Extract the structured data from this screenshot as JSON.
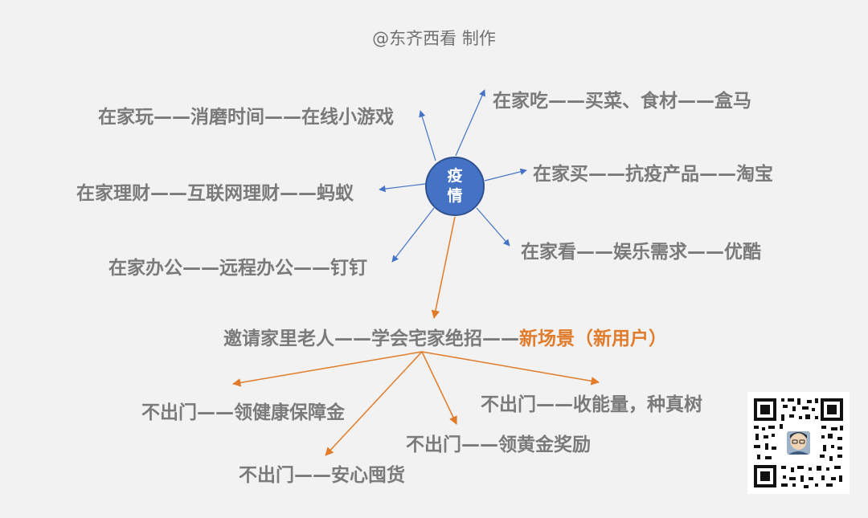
{
  "credit": "@东齐西看 制作",
  "center": {
    "line1": "疫",
    "line2": "情",
    "color": "#4472c4"
  },
  "branches": {
    "play": "在家玩——消磨时间——在线小游戏",
    "eat": "在家吃——买菜、食材——盒马",
    "finance": "在家理财——互联网理财——蚂蚁",
    "buy": "在家买——抗疫产品——淘宝",
    "work": "在家办公——远程办公——钉钉",
    "watch": "在家看——娱乐需求——优酷"
  },
  "invite": {
    "prefix": "邀请家里老人——学会宅家绝招——",
    "highlight": "新场景（新用户）"
  },
  "subs": {
    "health": "不出门——领健康保障金",
    "energy": "不出门——收能量，种真树",
    "gold": "不出门——领黄金奖励",
    "stock": "不出门——安心囤货"
  },
  "colors": {
    "blue_arrow": "#4472c4",
    "orange_arrow": "#e07b2a",
    "text": "#7a7a7a"
  }
}
